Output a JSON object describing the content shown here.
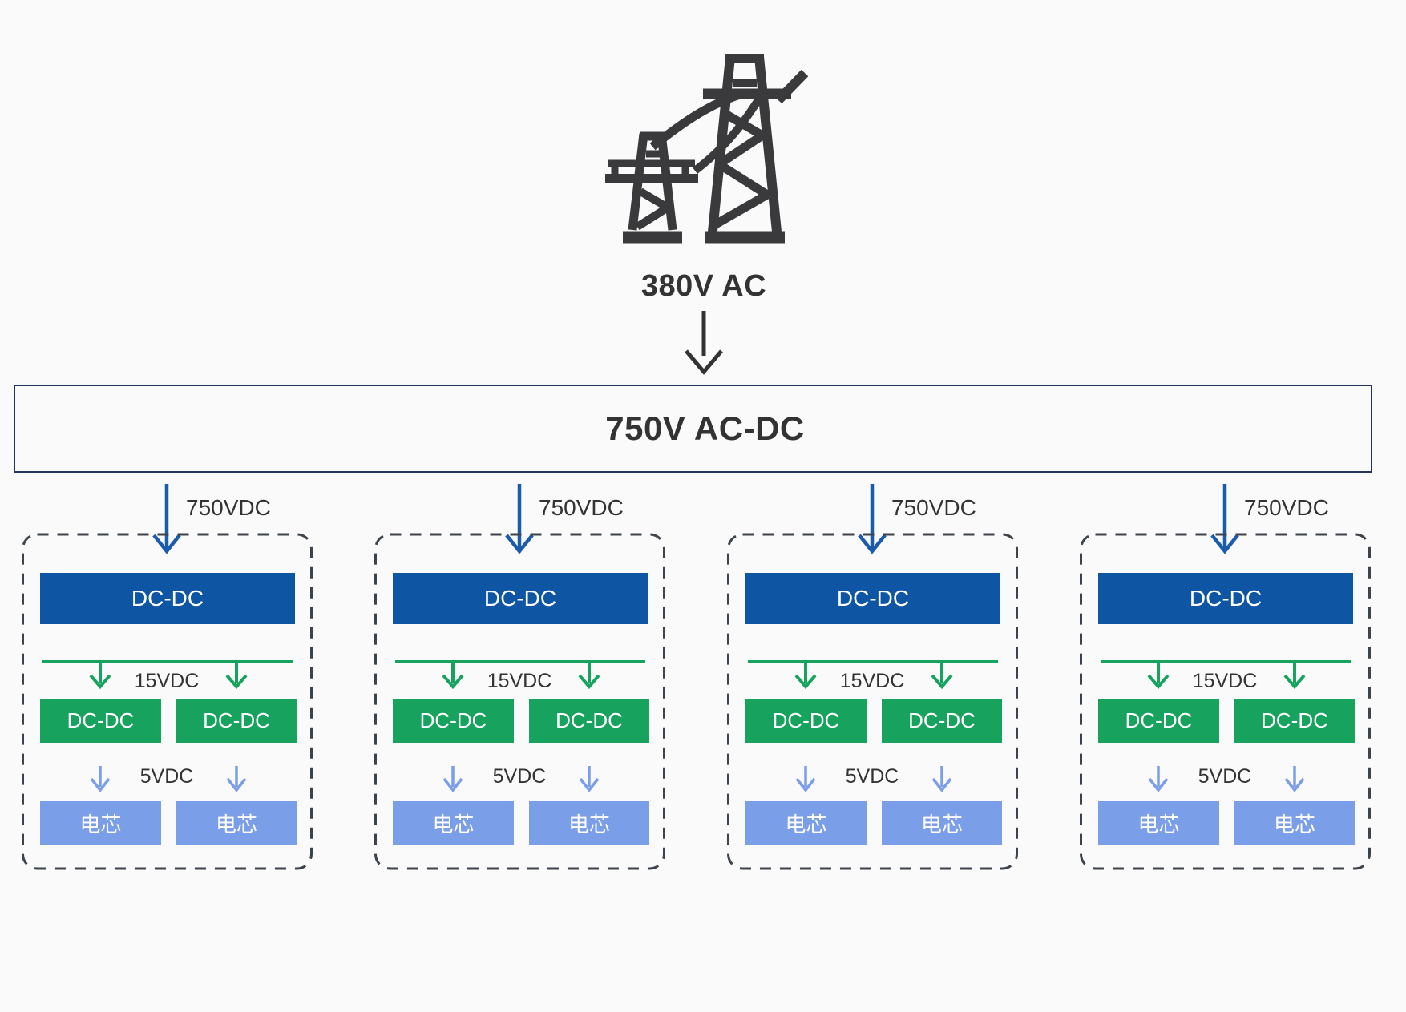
{
  "colors": {
    "background": "#fafafa",
    "icon_dark": "#3a3a3c",
    "text_dark": "#333333",
    "converter_border": "#23355c",
    "primary_blue": "#0e56a4",
    "arrow_blue": "#1a5cab",
    "green": "#17a25e",
    "light_blue": "#7b9ee9",
    "dashed_border": "#3d434b",
    "box_text": "#ffffff"
  },
  "grid_source": {
    "icon": "transmission-tower-icon",
    "label": "380V AC"
  },
  "converter": {
    "label": "750V AC-DC"
  },
  "branches": [
    {
      "input_label": "750VDC",
      "primary_converter": "DC-DC",
      "mid_voltage_label": "15VDC",
      "sub_converters": [
        "DC-DC",
        "DC-DC"
      ],
      "low_voltage_label": "5VDC",
      "cells": [
        "电芯",
        "电芯"
      ]
    },
    {
      "input_label": "750VDC",
      "primary_converter": "DC-DC",
      "mid_voltage_label": "15VDC",
      "sub_converters": [
        "DC-DC",
        "DC-DC"
      ],
      "low_voltage_label": "5VDC",
      "cells": [
        "电芯",
        "电芯"
      ]
    },
    {
      "input_label": "750VDC",
      "primary_converter": "DC-DC",
      "mid_voltage_label": "15VDC",
      "sub_converters": [
        "DC-DC",
        "DC-DC"
      ],
      "low_voltage_label": "5VDC",
      "cells": [
        "电芯",
        "电芯"
      ]
    },
    {
      "input_label": "750VDC",
      "primary_converter": "DC-DC",
      "mid_voltage_label": "15VDC",
      "sub_converters": [
        "DC-DC",
        "DC-DC"
      ],
      "low_voltage_label": "5VDC",
      "cells": [
        "电芯",
        "电芯"
      ]
    }
  ]
}
